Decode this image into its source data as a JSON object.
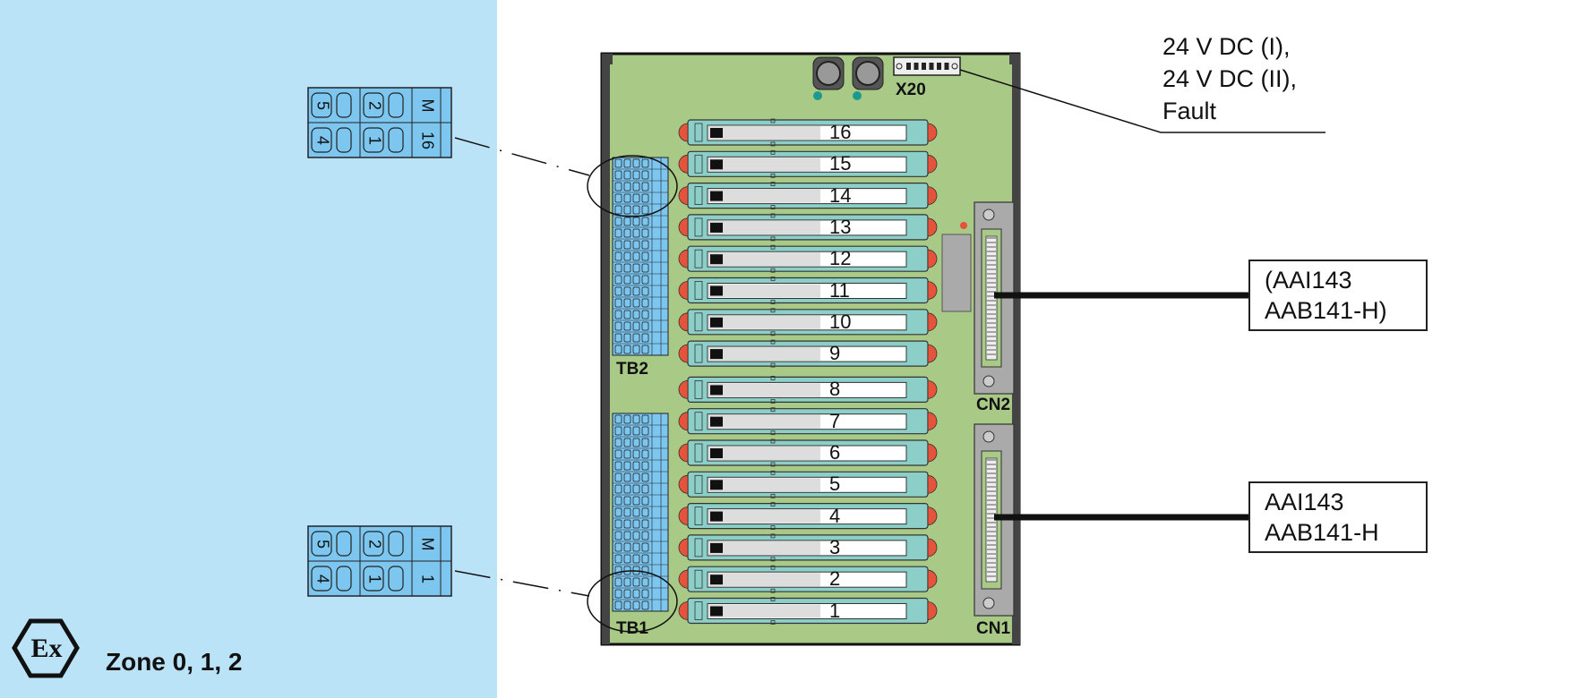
{
  "hazard_zone": {
    "symbol": "Ex",
    "label": "Zone 0, 1, 2",
    "background_color": "#bbe3f8"
  },
  "terminal_details": [
    {
      "id": "top",
      "rows": [
        [
          "5",
          "",
          "2",
          "",
          "M"
        ],
        [
          "4",
          "",
          "1",
          "",
          "16"
        ]
      ],
      "refers_to": "TB2"
    },
    {
      "id": "bottom",
      "rows": [
        [
          "5",
          "",
          "2",
          "",
          "M"
        ],
        [
          "4",
          "",
          "1",
          "",
          "1"
        ]
      ],
      "refers_to": "TB1"
    }
  ],
  "board": {
    "color": "#a9c987",
    "terminal_blocks": [
      {
        "label": "TB2"
      },
      {
        "label": "TB1"
      }
    ],
    "power_connector_label": "X20",
    "connectors": [
      {
        "label": "CN2"
      },
      {
        "label": "CN1"
      }
    ],
    "slots": [
      "16",
      "15",
      "14",
      "13",
      "12",
      "11",
      "10",
      "9",
      "8",
      "7",
      "6",
      "5",
      "4",
      "3",
      "2",
      "1"
    ],
    "slot_color": "#8ccfc8",
    "release_tab_color": "#e4533a",
    "led_color": "#1d9a8e"
  },
  "callouts": {
    "power": [
      "24 V DC (I),",
      "24 V DC (II),",
      "Fault"
    ],
    "cn2_module": [
      "(AAI143",
      "AAB141-H)"
    ],
    "cn1_module": [
      "AAI143",
      "AAB141-H"
    ]
  }
}
